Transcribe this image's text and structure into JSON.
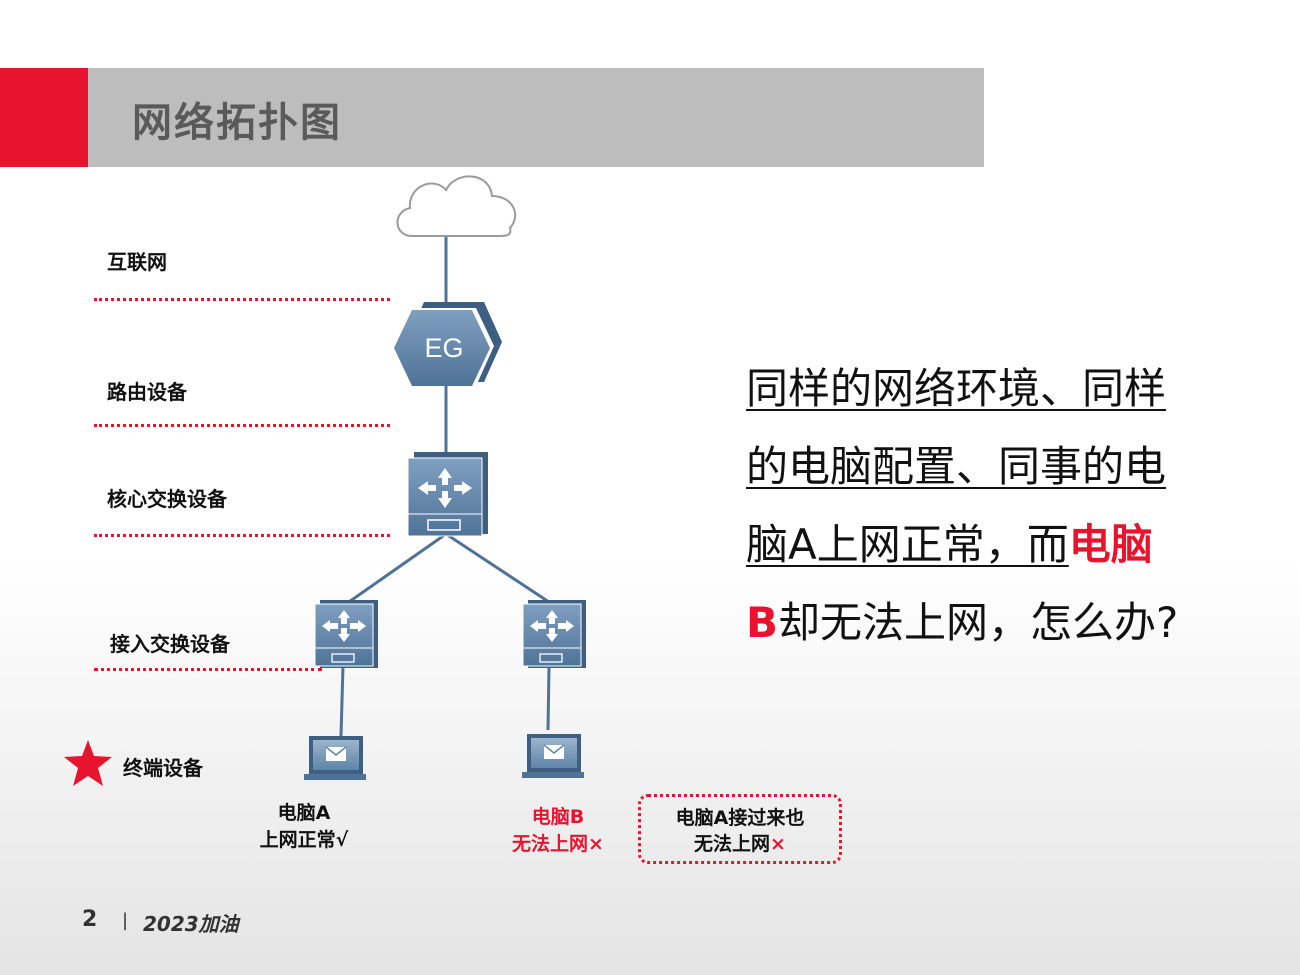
{
  "header": {
    "title": "网络拓扑图"
  },
  "layers": {
    "internet": "互联网",
    "router": "路由设备",
    "core": "核心交换设备",
    "access": "接入交换设备",
    "terminal": "终端设备"
  },
  "devices": {
    "eg_label": "EG"
  },
  "computers": {
    "a": {
      "name": "电脑A",
      "status": "上网正常√"
    },
    "b": {
      "name": "电脑B",
      "status": "无法上网",
      "mark": "×"
    }
  },
  "note": {
    "line1": "电脑A接过来也",
    "line2": "无法上网",
    "mark": "×"
  },
  "question": {
    "line1": "同样的网络环境、同样",
    "line2": "的电脑配置、同事的电",
    "line3_normal": "脑A上网正常，而",
    "line3_highlight": "电脑",
    "line4_highlight": "B",
    "line4_normal": "却无法上网，怎么办?"
  },
  "footer": {
    "page": "2",
    "separator": "|",
    "text": "2023加油"
  },
  "colors": {
    "accent": "#e8142d",
    "title_bar": "#bdbdbd",
    "device": "#5b7fa3"
  }
}
